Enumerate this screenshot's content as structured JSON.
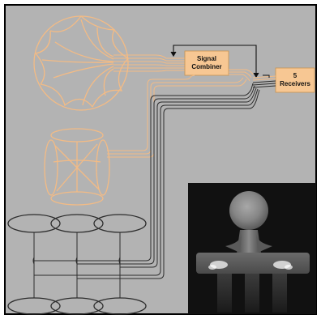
{
  "labels": {
    "signal_combiner_line1": "Signal",
    "signal_combiner_line2": "Combiner",
    "receivers_line1": "5",
    "receivers_line2": "Receivers"
  },
  "colors": {
    "panel_background": "#b3b3b3",
    "coil_orange": "#f3bb85",
    "box_fill": "#f7c793",
    "cable_dark": "#2c2c2c",
    "border": "#000000",
    "image_background": "#111111"
  }
}
